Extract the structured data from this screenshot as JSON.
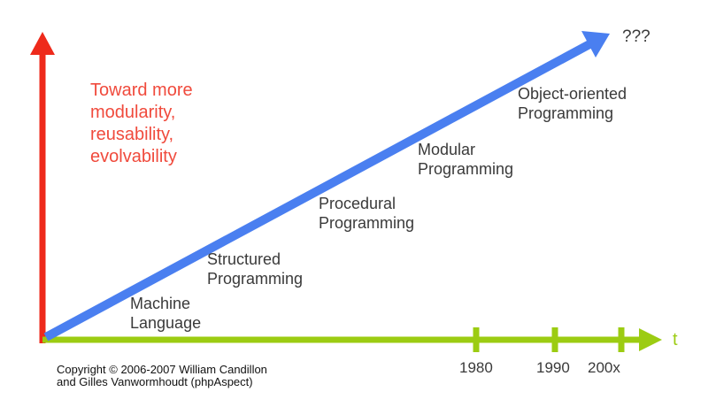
{
  "diagram": {
    "goal_lines": [
      "Toward more",
      "modularity,",
      "reusability,",
      "evolvability"
    ],
    "end_label": "???",
    "time_axis_label": "t",
    "stages": [
      {
        "line1": "Machine",
        "line2": "Language"
      },
      {
        "line1": "Structured",
        "line2": "Programming"
      },
      {
        "line1": "Procedural",
        "line2": "Programming"
      },
      {
        "line1": "Modular",
        "line2": "Programming"
      },
      {
        "line1": "Object-oriented",
        "line2": "Programming"
      }
    ],
    "ticks": [
      "1980",
      "1990",
      "200x"
    ],
    "copyright_lines": [
      "Copyright © 2006-2007 William Candillon",
      "and Gilles Vanwormhoudt (phpAspect)"
    ],
    "colors": {
      "vertical_arrow": "#ee2a1b",
      "diagonal_arrow": "#4a7ff0",
      "time_axis": "#9ccc12",
      "goal_text": "#f04a3c",
      "stage_text": "#3a3a3a"
    }
  }
}
